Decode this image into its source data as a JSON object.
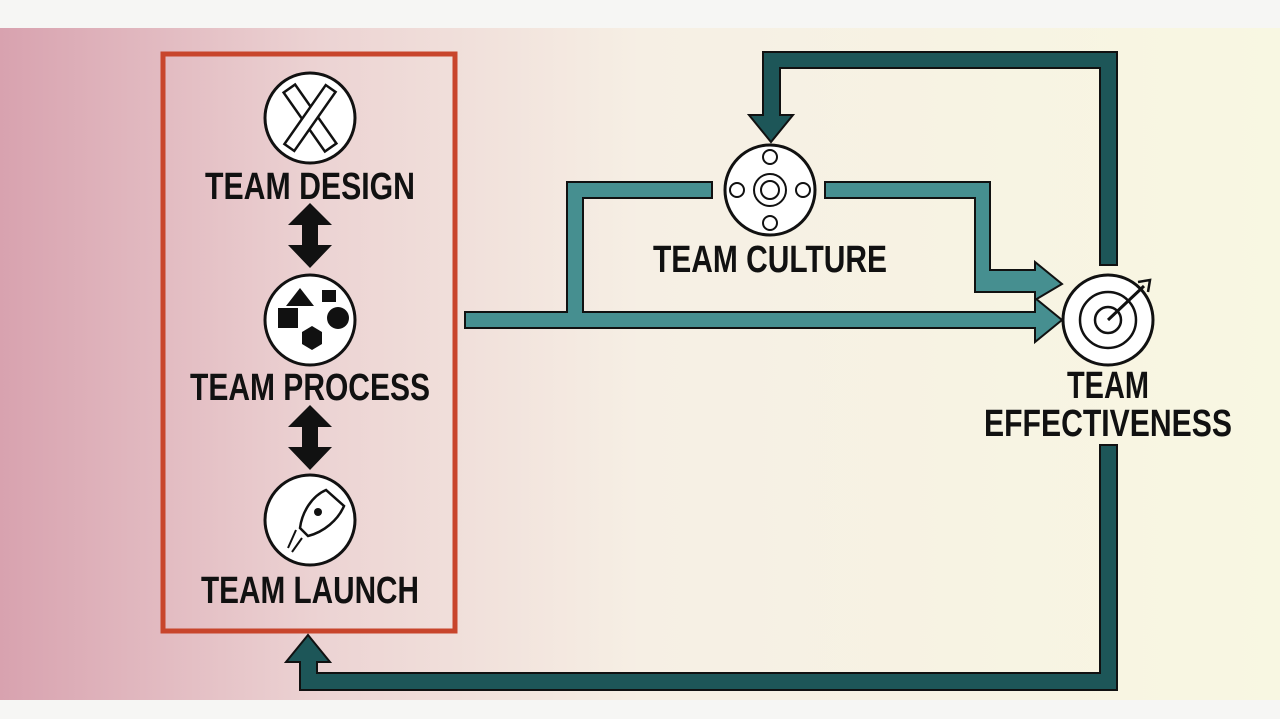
{
  "left_group": {
    "items": [
      {
        "label": "TEAM DESIGN",
        "icon": "ruler-pencil-icon"
      },
      {
        "label": "TEAM PROCESS",
        "icon": "shapes-icon"
      },
      {
        "label": "TEAM LAUNCH",
        "icon": "rocket-icon"
      }
    ]
  },
  "culture": {
    "label": "TEAM CULTURE",
    "icon": "team-table-icon"
  },
  "effectiveness": {
    "line1": "TEAM",
    "line2": "EFFECTIVENESS",
    "icon": "target-icon"
  },
  "colors": {
    "box": "#c8452c",
    "light_arrow": "#468f90",
    "dark_arrow": "#1d5658",
    "outline": "#111111"
  }
}
